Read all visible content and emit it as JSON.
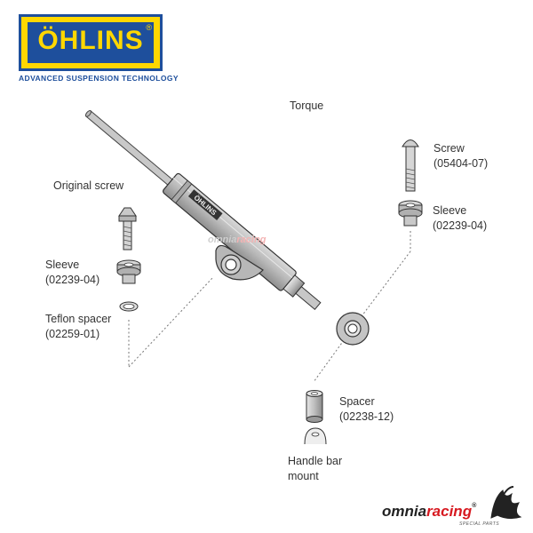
{
  "logo": {
    "brand": "ÖHLINS",
    "registered": "®",
    "tagline": "ADVANCED SUSPENSION TECHNOLOGY"
  },
  "body_mark": "ÖHLINS",
  "labels": {
    "torque": "Torque",
    "original_screw": "Original screw",
    "screw": "Screw",
    "screw_code": "(05404-07)",
    "sleeve_left": "Sleeve",
    "sleeve_left_code": "(02239-04)",
    "sleeve_right": "Sleeve",
    "sleeve_right_code": "(02239-04)",
    "teflon_spacer": "Teflon spacer",
    "teflon_spacer_code": "(02259-01)",
    "spacer": "Spacer",
    "spacer_code": "(02238-12)",
    "handle_bar": "Handle bar",
    "mount": "mount"
  },
  "watermark": {
    "part1": "omnia",
    "part2": "racing"
  },
  "brand_footer": {
    "part1": "omnia",
    "part2": "racing",
    "tm": "®",
    "sub": "SPECIAL PARTS"
  },
  "colors": {
    "logo_yellow": "#ffd700",
    "logo_blue": "#1e4f9c",
    "brand_red": "#d71920"
  }
}
